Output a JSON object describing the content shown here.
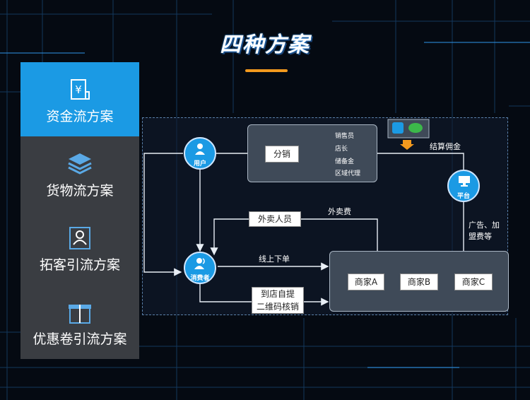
{
  "title": "四种方案",
  "sidebar": {
    "items": [
      {
        "label": "资金流方案",
        "icon": "yen-receipt-icon",
        "active": true
      },
      {
        "label": "货物流方案",
        "icon": "layers-icon",
        "active": false
      },
      {
        "label": "拓客引流方案",
        "icon": "user-card-icon",
        "active": false
      },
      {
        "label": "优惠卷引流方案",
        "icon": "gift-box-icon",
        "active": false
      }
    ]
  },
  "diagram": {
    "nodes": {
      "user": "用户",
      "consumer": "消费者",
      "platform": "平台",
      "distribution": "分销",
      "takeaway_staff": "外卖人员",
      "offline_pickup": "到店自提",
      "qr_verify": "二维码核销",
      "merchant_a": "商家A",
      "merchant_b": "商家B",
      "merchant_c": "商家C"
    },
    "branches": [
      "销售员",
      "店长",
      "储备金",
      "区域代理"
    ],
    "labels": {
      "settle_commission": "结算佣金",
      "takeaway_fee": "外卖费",
      "online_order": "线上下单",
      "ads_join_line1": "广告、加",
      "ads_join_line2": "盟费等"
    },
    "colors": {
      "accent": "#1b9ae4",
      "orange": "#f39a1e",
      "line": "#e8eef5"
    }
  }
}
